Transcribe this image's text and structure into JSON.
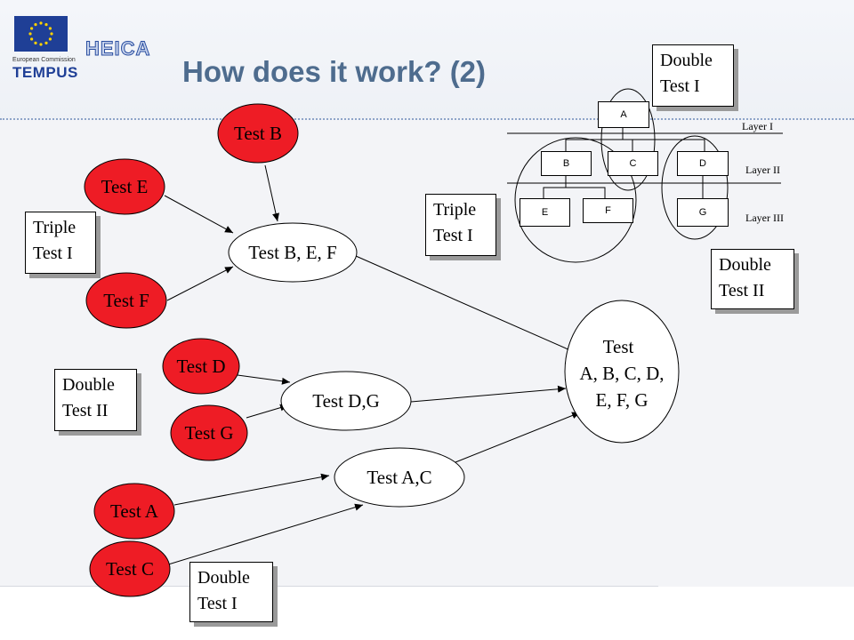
{
  "title": "How does it work? (2)",
  "logo": {
    "brand": "HEICA",
    "commission": "European Commission",
    "program": "TEMPUS"
  },
  "colors": {
    "title": "#4e6c8e",
    "test_node_fill": "#ee1c25",
    "background": "#f3f4f7"
  },
  "test_nodes": {
    "b": "Test B",
    "e": "Test E",
    "f": "Test F",
    "d": "Test D",
    "g": "Test G",
    "a": "Test A",
    "c": "Test C"
  },
  "merged_nodes": {
    "bef": "Test B, E, F",
    "dg": "Test D,G",
    "ac": "Test A,C"
  },
  "final_node": {
    "line1": "Test",
    "line2": "A, B, C, D,",
    "line3": "E, F, G"
  },
  "labels": {
    "double_i_top": {
      "line1": "Double",
      "line2": "Test I"
    },
    "triple_left": {
      "line1": "Triple",
      "line2": "Test I"
    },
    "triple_tree": {
      "line1": "Triple",
      "line2": "Test I"
    },
    "double_ii_right": {
      "line1": "Double",
      "line2": "Test II"
    },
    "double_ii_left": {
      "line1": "Double",
      "line2": "Test II"
    },
    "double_i_bottom": {
      "line1": "Double",
      "line2": "Test I"
    }
  },
  "tree": {
    "nodes": {
      "a": "A",
      "b": "B",
      "c": "C",
      "d": "D",
      "e": "E",
      "f": "F",
      "g": "G"
    },
    "layers": {
      "l1": "Layer I",
      "l2": "Layer II",
      "l3": "Layer III"
    }
  }
}
